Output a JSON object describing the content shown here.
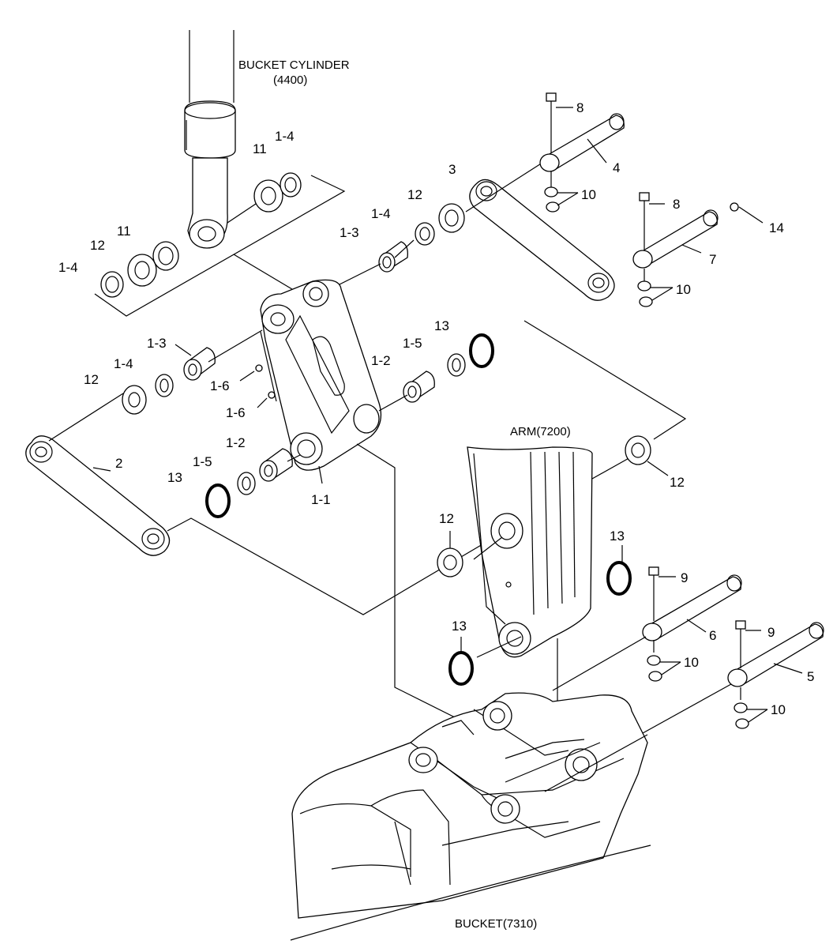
{
  "titles": {
    "cylinder_name": "BUCKET CYLINDER",
    "cylinder_code": "(4400)",
    "arm": "ARM(7200)",
    "bucket": "BUCKET(7310)"
  },
  "labels": [
    {
      "id": "l8a",
      "text": "8"
    },
    {
      "id": "l4",
      "text": "4"
    },
    {
      "id": "l11a",
      "text": "11"
    },
    {
      "id": "l14a",
      "text": "1-4"
    },
    {
      "id": "l3",
      "text": "3"
    },
    {
      "id": "l12a",
      "text": "12"
    },
    {
      "id": "l10a",
      "text": "10"
    },
    {
      "id": "l8b",
      "text": "8"
    },
    {
      "id": "l14b",
      "text": "1-4"
    },
    {
      "id": "l14",
      "text": "14"
    },
    {
      "id": "l11b",
      "text": "11"
    },
    {
      "id": "l13a",
      "text": "1-3"
    },
    {
      "id": "l12b",
      "text": "12"
    },
    {
      "id": "l7",
      "text": "7"
    },
    {
      "id": "l14c",
      "text": "1-4"
    },
    {
      "id": "l10b",
      "text": "10"
    },
    {
      "id": "l13",
      "text": "13"
    },
    {
      "id": "l13b",
      "text": "1-3"
    },
    {
      "id": "l15a",
      "text": "1-5"
    },
    {
      "id": "l14d",
      "text": "1-4"
    },
    {
      "id": "l12c",
      "text": "1-2"
    },
    {
      "id": "l12d",
      "text": "12"
    },
    {
      "id": "l16a",
      "text": "1-6"
    },
    {
      "id": "l16b",
      "text": "1-6"
    },
    {
      "id": "l12e",
      "text": "1-2"
    },
    {
      "id": "l2",
      "text": "2"
    },
    {
      "id": "l15b",
      "text": "1-5"
    },
    {
      "id": "l13c",
      "text": "13"
    },
    {
      "id": "l11",
      "text": "1-1"
    },
    {
      "id": "l12f",
      "text": "12"
    },
    {
      "id": "l12g",
      "text": "12"
    },
    {
      "id": "l13d",
      "text": "13"
    },
    {
      "id": "l9a",
      "text": "9"
    },
    {
      "id": "l9b",
      "text": "9"
    },
    {
      "id": "l13e",
      "text": "13"
    },
    {
      "id": "l6",
      "text": "6"
    },
    {
      "id": "l10c",
      "text": "10"
    },
    {
      "id": "l5",
      "text": "5"
    },
    {
      "id": "l10d",
      "text": "10"
    }
  ]
}
